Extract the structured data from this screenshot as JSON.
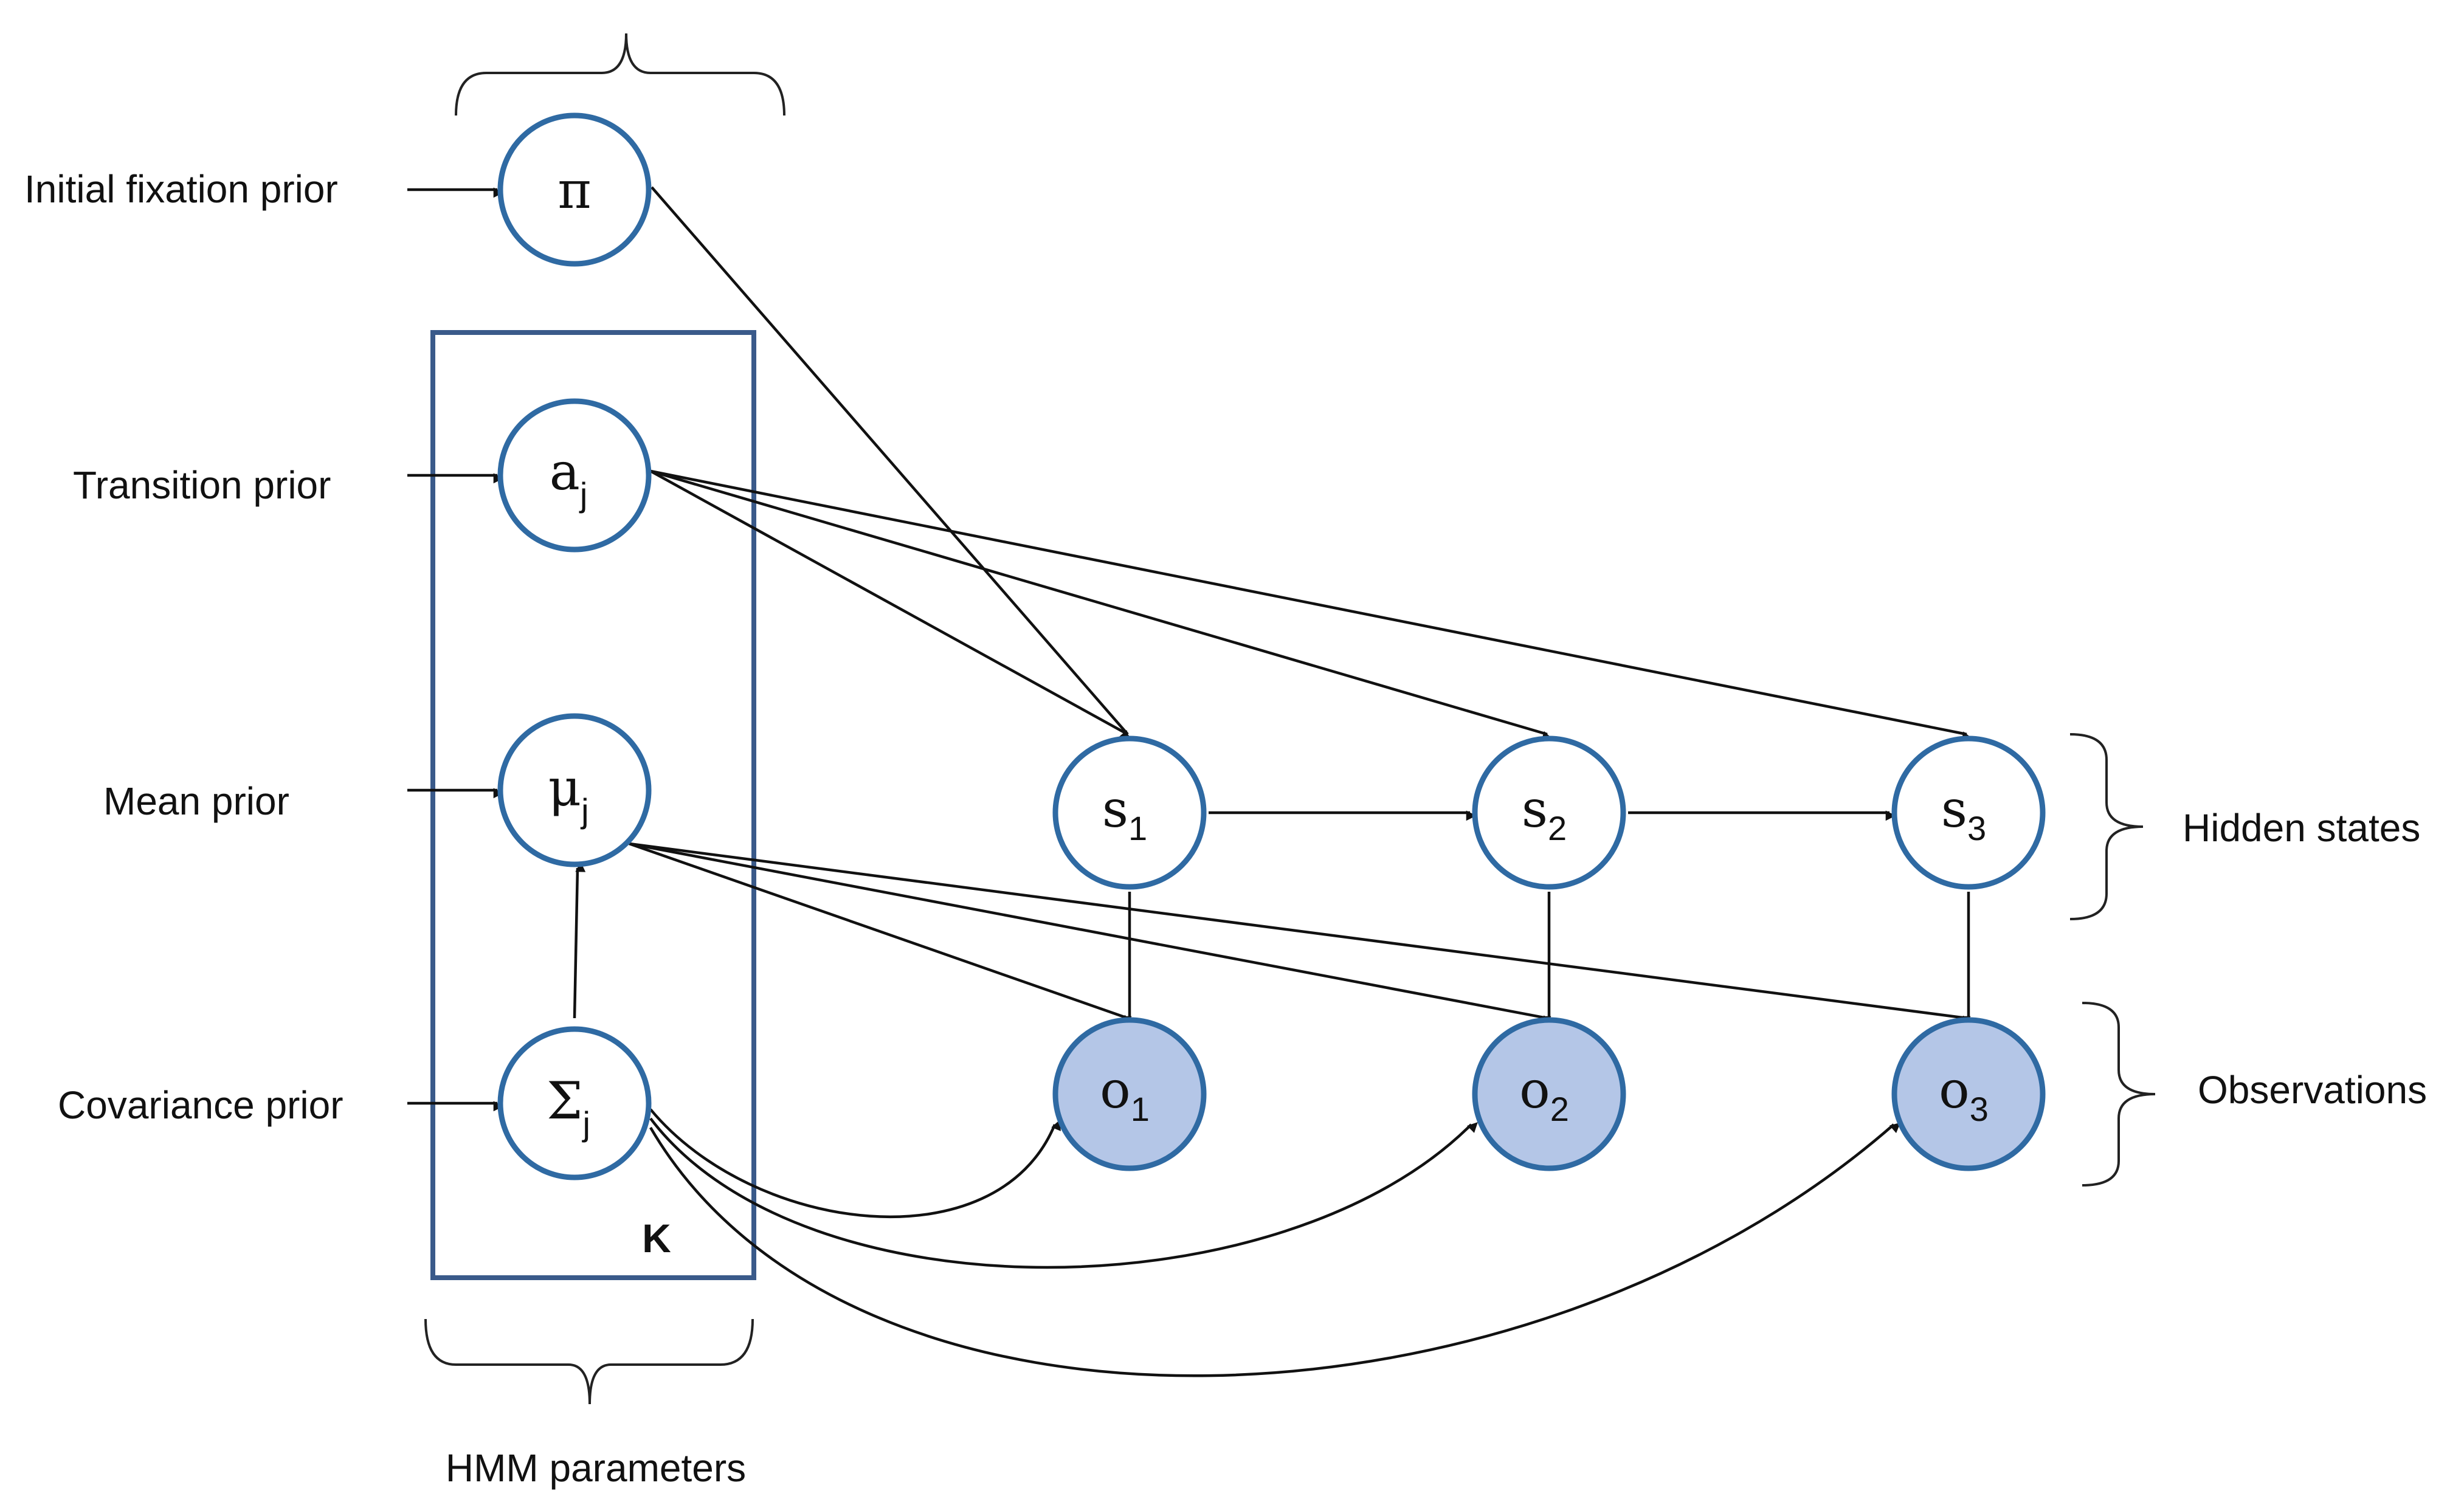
{
  "labels": {
    "initial_fixation_prior": "Initial fixation prior",
    "transition_prior": "Transition prior",
    "mean_prior": "Mean prior",
    "covariance_prior": "Covariance prior",
    "hidden_states": "Hidden states",
    "observations": "Observations",
    "hmm_parameters": "HMM parameters",
    "plate": "K"
  },
  "nodes": {
    "pi": {
      "symbol": "π",
      "sub": ""
    },
    "a": {
      "symbol": "a",
      "sub": "j"
    },
    "mu": {
      "symbol": "μ",
      "sub": "j"
    },
    "sigma": {
      "symbol": "Σ",
      "sub": "j"
    },
    "s1": {
      "symbol": "s",
      "sub": "1"
    },
    "s2": {
      "symbol": "s",
      "sub": "2"
    },
    "s3": {
      "symbol": "s",
      "sub": "3"
    },
    "o1": {
      "symbol": "o",
      "sub": "1"
    },
    "o2": {
      "symbol": "o",
      "sub": "2"
    },
    "o3": {
      "symbol": "o",
      "sub": "3"
    }
  },
  "colors": {
    "node_stroke": "#2f6aa3",
    "observed_fill": "#b4c6e7",
    "plate_stroke": "#3a5a8a"
  }
}
